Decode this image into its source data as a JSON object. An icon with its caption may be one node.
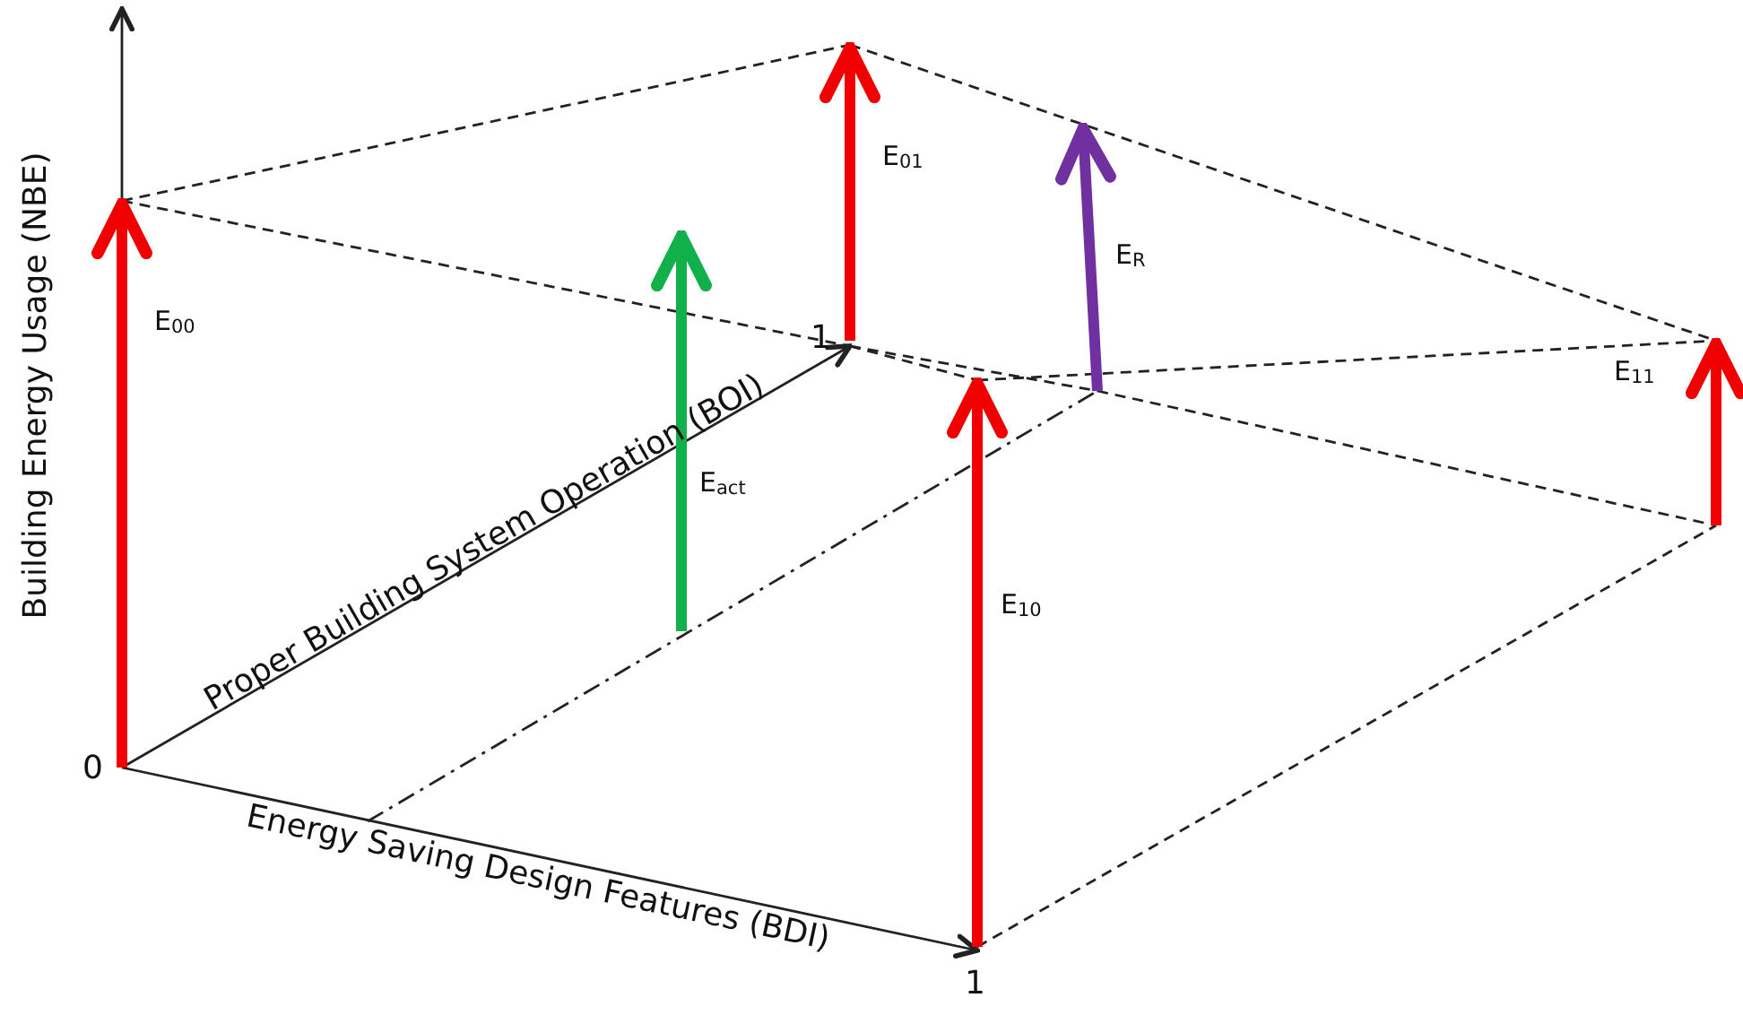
{
  "diagram": {
    "labels": [
      "E$_{01}$",
      "E$_{R}$",
      "E$_{00}$",
      "1",
      "E$_{11}$",
      "Building Energy Usage (NBE)",
      "Proper Building System Operation (BOI)",
      "E$_{act}$",
      "E$_{10}$",
      "0",
      "Energy Saving Design Features (BDI)",
      "1"
    ]
  }
}
